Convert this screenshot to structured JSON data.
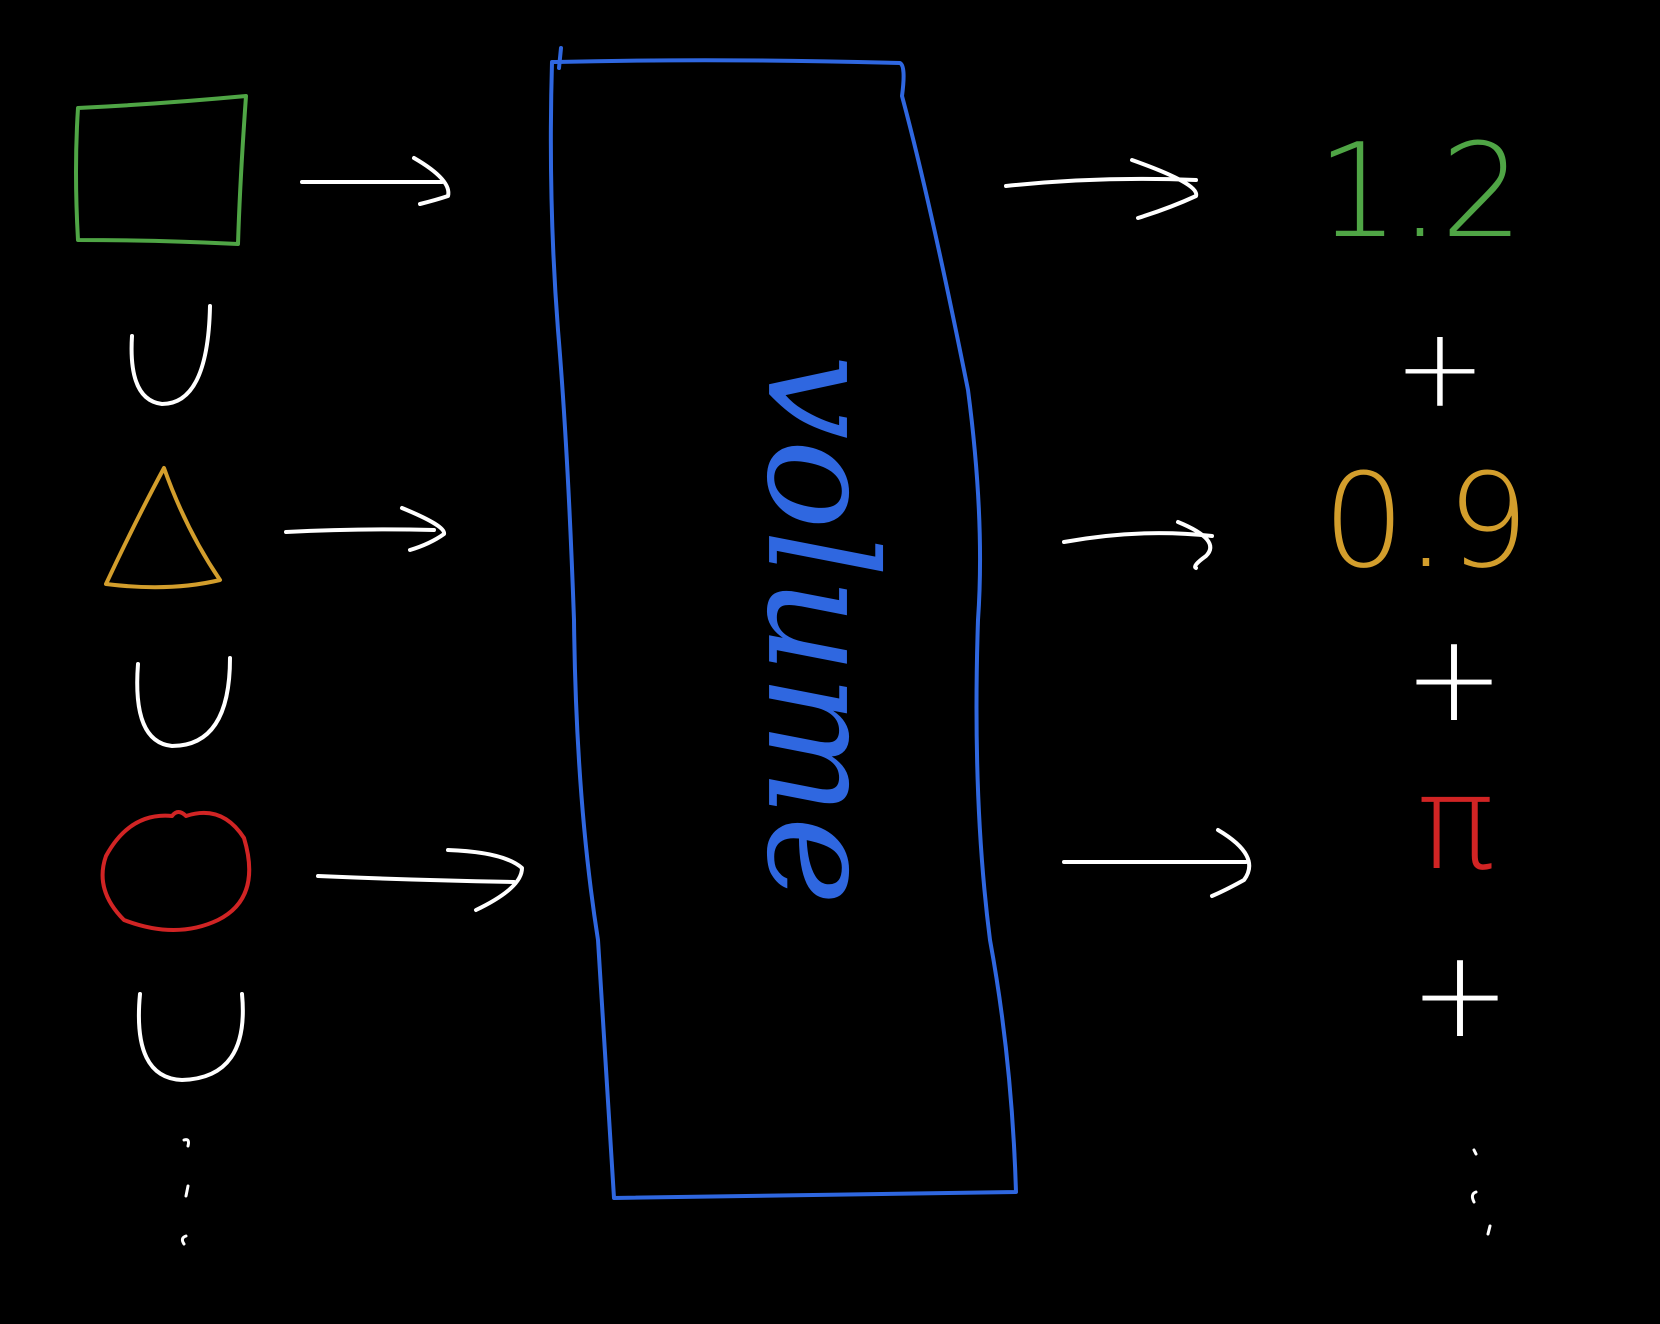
{
  "colors": {
    "background": "#000000",
    "box": "#2f67e0",
    "green": "#4fa545",
    "yellow": "#d39e2c",
    "red": "#d12424",
    "white": "#ffffff"
  },
  "center_box": {
    "label": "volume"
  },
  "left_column": {
    "shapes": [
      {
        "icon": "square-shape-icon",
        "color": "green"
      },
      {
        "icon": "triangle-shape-icon",
        "color": "yellow"
      },
      {
        "icon": "circle-shape-icon",
        "color": "red"
      }
    ],
    "operator_icon": "union-icon",
    "continuation_icon": "vertical-ellipsis-icon"
  },
  "right_column": {
    "values": [
      {
        "text": "1.2",
        "color": "green"
      },
      {
        "text": "0.9",
        "color": "yellow"
      },
      {
        "text": "π",
        "color": "red"
      }
    ],
    "operator": "+",
    "continuation_icon": "vertical-ellipsis-icon"
  }
}
